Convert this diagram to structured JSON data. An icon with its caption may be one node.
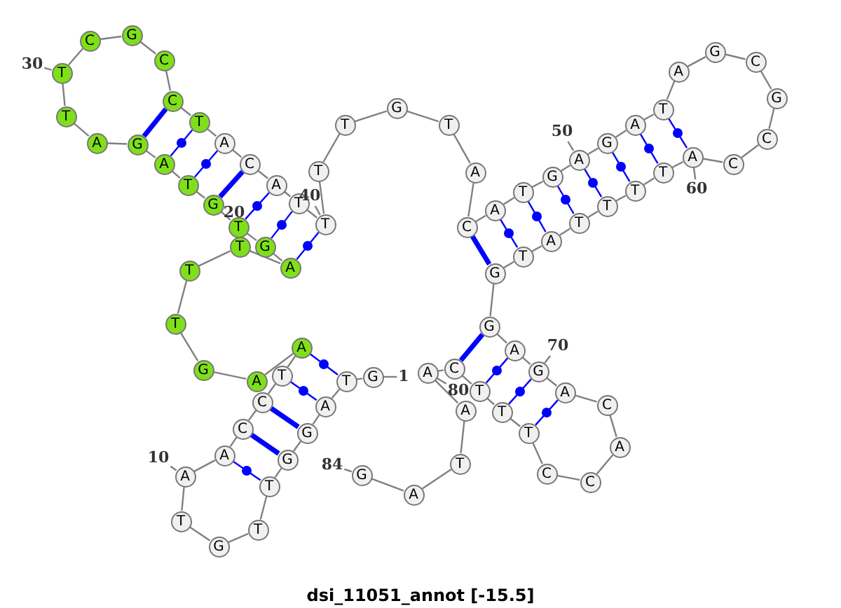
{
  "diagram": {
    "caption": "dsi_11051_annot [-15.5]",
    "nodes": [
      {
        "text": [
          "G"
        ]
      },
      {
        "text": [
          "T"
        ]
      },
      {
        "text": [
          "A"
        ]
      },
      {
        "text": [
          "G"
        ]
      },
      {
        "text": [
          "G"
        ]
      },
      {
        "text": [
          "T"
        ]
      },
      {
        "text": [
          "T"
        ]
      },
      {
        "text": [
          "G"
        ]
      },
      {
        "text": [
          "T"
        ]
      },
      {
        "text": [
          "A"
        ]
      },
      {
        "text": [
          "A"
        ]
      },
      {
        "text": [
          "C"
        ]
      },
      {
        "text": [
          "C"
        ]
      },
      {
        "text": [
          "T"
        ]
      },
      {
        "text": [
          "A"
        ]
      },
      {
        "text": [
          "A"
        ]
      },
      {
        "text": [
          "G"
        ]
      },
      {
        "text": [
          "T"
        ]
      },
      {
        "text": [
          "T"
        ]
      },
      {
        "text": [
          "T"
        ]
      },
      {
        "text": [
          "A"
        ]
      },
      {
        "text": [
          "G"
        ]
      },
      {
        "text": [
          "T"
        ]
      },
      {
        "text": [
          "G"
        ]
      },
      {
        "text": [
          "T"
        ]
      },
      {
        "text": [
          "A"
        ]
      },
      {
        "text": [
          "G"
        ]
      },
      {
        "text": [
          "A"
        ]
      },
      {
        "text": [
          "T"
        ]
      },
      {
        "text": [
          "T"
        ]
      },
      {
        "text": [
          "C"
        ]
      },
      {
        "text": [
          "G"
        ]
      },
      {
        "text": [
          "C"
        ]
      },
      {
        "text": [
          "C"
        ]
      },
      {
        "text": [
          "T"
        ]
      },
      {
        "text": [
          "A"
        ]
      },
      {
        "text": [
          "C"
        ]
      },
      {
        "text": [
          "A"
        ]
      },
      {
        "text": [
          "T"
        ]
      },
      {
        "text": [
          "T"
        ]
      },
      {
        "text": [
          "T"
        ]
      },
      {
        "text": [
          "T"
        ]
      },
      {
        "text": [
          "G"
        ]
      },
      {
        "text": [
          "T"
        ]
      },
      {
        "text": [
          "A"
        ]
      },
      {
        "text": [
          "C"
        ]
      },
      {
        "text": [
          "A"
        ]
      },
      {
        "text": [
          "T"
        ]
      },
      {
        "text": [
          "G"
        ]
      },
      {
        "text": [
          "A"
        ]
      },
      {
        "text": [
          "G"
        ]
      },
      {
        "text": [
          "A"
        ]
      },
      {
        "text": [
          "T"
        ]
      },
      {
        "text": [
          "A"
        ]
      },
      {
        "text": [
          "G"
        ]
      },
      {
        "text": [
          "C"
        ]
      },
      {
        "text": [
          "G"
        ]
      },
      {
        "text": [
          "C"
        ]
      },
      {
        "text": [
          "C"
        ]
      },
      {
        "text": [
          "A"
        ]
      },
      {
        "text": [
          "T"
        ]
      },
      {
        "text": [
          "T"
        ]
      },
      {
        "text": [
          "T"
        ]
      },
      {
        "text": [
          "T"
        ]
      },
      {
        "text": [
          "A"
        ]
      },
      {
        "text": [
          "T"
        ]
      },
      {
        "text": [
          "G"
        ]
      },
      {
        "text": [
          "G"
        ]
      },
      {
        "text": [
          "A"
        ]
      },
      {
        "text": [
          "G"
        ]
      },
      {
        "text": [
          "A"
        ]
      },
      {
        "text": [
          "C"
        ]
      },
      {
        "text": [
          "A"
        ]
      },
      {
        "text": [
          "C"
        ]
      },
      {
        "text": [
          "C"
        ]
      },
      {
        "text": [
          "T"
        ]
      },
      {
        "text": [
          "T"
        ]
      },
      {
        "text": [
          "T"
        ]
      },
      {
        "text": [
          "C"
        ]
      },
      {
        "text": [
          "A"
        ]
      },
      {
        "text": [
          "A"
        ]
      },
      {
        "text": [
          "T"
        ]
      },
      {
        "text": [
          "A"
        ]
      },
      {
        "text": [
          "G"
        ]
      },
      {
        "text": [
          "1"
        ]
      },
      {
        "text": [
          "10"
        ]
      },
      {
        "text": [
          "30"
        ]
      },
      {
        "text": [
          "40"
        ]
      },
      {
        "text": [
          "50"
        ]
      },
      {
        "text": [
          "60"
        ]
      },
      {
        "text": [
          "70"
        ]
      },
      {
        "text": [
          "80"
        ]
      },
      {
        "text": [
          "84"
        ]
      }
    ],
    "edges": [
      {
        "from": 0,
        "to": 1,
        "arrow": "none"
      },
      {
        "from": 1,
        "to": 2,
        "arrow": "none"
      },
      {
        "from": 2,
        "to": 3,
        "arrow": "none"
      },
      {
        "from": 3,
        "to": 4,
        "arrow": "none"
      },
      {
        "from": 4,
        "to": 5,
        "arrow": "none"
      },
      {
        "from": 5,
        "to": 6,
        "arrow": "none"
      },
      {
        "from": 6,
        "to": 7,
        "arrow": "none"
      },
      {
        "from": 7,
        "to": 8,
        "arrow": "none"
      },
      {
        "from": 8,
        "to": 9,
        "arrow": "none"
      },
      {
        "from": 9,
        "to": 10,
        "arrow": "none"
      },
      {
        "from": 10,
        "to": 11,
        "arrow": "none"
      },
      {
        "from": 11,
        "to": 12,
        "arrow": "none"
      },
      {
        "from": 12,
        "to": 13,
        "arrow": "none"
      },
      {
        "from": 13,
        "to": 14,
        "arrow": "none"
      },
      {
        "from": 14,
        "to": 15,
        "arrow": "none"
      },
      {
        "from": 15,
        "to": 16,
        "arrow": "none"
      },
      {
        "from": 16,
        "to": 17,
        "arrow": "none"
      },
      {
        "from": 17,
        "to": 18,
        "arrow": "none"
      },
      {
        "from": 18,
        "to": 19,
        "arrow": "none"
      },
      {
        "from": 19,
        "to": 20,
        "arrow": "none"
      },
      {
        "from": 20,
        "to": 21,
        "arrow": "none"
      },
      {
        "from": 21,
        "to": 22,
        "arrow": "none"
      },
      {
        "from": 22,
        "to": 23,
        "arrow": "none"
      },
      {
        "from": 23,
        "to": 24,
        "arrow": "none"
      },
      {
        "from": 24,
        "to": 25,
        "arrow": "none"
      },
      {
        "from": 25,
        "to": 26,
        "arrow": "none"
      },
      {
        "from": 26,
        "to": 27,
        "arrow": "none"
      },
      {
        "from": 27,
        "to": 28,
        "arrow": "none"
      },
      {
        "from": 28,
        "to": 29,
        "arrow": "none"
      },
      {
        "from": 29,
        "to": 30,
        "arrow": "none"
      },
      {
        "from": 30,
        "to": 31,
        "arrow": "none"
      },
      {
        "from": 31,
        "to": 32,
        "arrow": "none"
      },
      {
        "from": 32,
        "to": 33,
        "arrow": "none"
      },
      {
        "from": 33,
        "to": 34,
        "arrow": "none"
      },
      {
        "from": 34,
        "to": 35,
        "arrow": "none"
      },
      {
        "from": 35,
        "to": 36,
        "arrow": "none"
      },
      {
        "from": 36,
        "to": 37,
        "arrow": "none"
      },
      {
        "from": 37,
        "to": 38,
        "arrow": "none"
      },
      {
        "from": 38,
        "to": 39,
        "arrow": "none"
      },
      {
        "from": 39,
        "to": 40,
        "arrow": "none"
      },
      {
        "from": 40,
        "to": 41,
        "arrow": "none"
      },
      {
        "from": 41,
        "to": 42,
        "arrow": "none"
      },
      {
        "from": 42,
        "to": 43,
        "arrow": "none"
      },
      {
        "from": 43,
        "to": 44,
        "arrow": "none"
      },
      {
        "from": 44,
        "to": 45,
        "arrow": "none"
      },
      {
        "from": 45,
        "to": 46,
        "arrow": "none"
      },
      {
        "from": 46,
        "to": 47,
        "arrow": "none"
      },
      {
        "from": 47,
        "to": 48,
        "arrow": "none"
      },
      {
        "from": 48,
        "to": 49,
        "arrow": "none"
      },
      {
        "from": 49,
        "to": 50,
        "arrow": "none"
      },
      {
        "from": 50,
        "to": 51,
        "arrow": "none"
      },
      {
        "from": 51,
        "to": 52,
        "arrow": "none"
      },
      {
        "from": 52,
        "to": 53,
        "arrow": "none"
      },
      {
        "from": 53,
        "to": 54,
        "arrow": "none"
      },
      {
        "from": 54,
        "to": 55,
        "arrow": "none"
      },
      {
        "from": 55,
        "to": 56,
        "arrow": "none"
      },
      {
        "from": 56,
        "to": 57,
        "arrow": "none"
      },
      {
        "from": 57,
        "to": 58,
        "arrow": "none"
      },
      {
        "from": 58,
        "to": 59,
        "arrow": "none"
      },
      {
        "from": 59,
        "to": 60,
        "arrow": "none"
      },
      {
        "from": 60,
        "to": 61,
        "arrow": "none"
      },
      {
        "from": 61,
        "to": 62,
        "arrow": "none"
      },
      {
        "from": 62,
        "to": 63,
        "arrow": "none"
      },
      {
        "from": 63,
        "to": 64,
        "arrow": "none"
      },
      {
        "from": 64,
        "to": 65,
        "arrow": "none"
      },
      {
        "from": 65,
        "to": 66,
        "arrow": "none"
      },
      {
        "from": 66,
        "to": 67,
        "arrow": "none"
      },
      {
        "from": 67,
        "to": 68,
        "arrow": "none"
      },
      {
        "from": 68,
        "to": 69,
        "arrow": "none"
      },
      {
        "from": 69,
        "to": 70,
        "arrow": "none"
      },
      {
        "from": 70,
        "to": 71,
        "arrow": "none"
      },
      {
        "from": 71,
        "to": 72,
        "arrow": "none"
      },
      {
        "from": 72,
        "to": 73,
        "arrow": "none"
      },
      {
        "from": 73,
        "to": 74,
        "arrow": "none"
      },
      {
        "from": 74,
        "to": 75,
        "arrow": "none"
      },
      {
        "from": 75,
        "to": 76,
        "arrow": "none"
      },
      {
        "from": 76,
        "to": 77,
        "arrow": "none"
      },
      {
        "from": 77,
        "to": 78,
        "arrow": "none"
      },
      {
        "from": 78,
        "to": 79,
        "arrow": "none"
      },
      {
        "from": 79,
        "to": 80,
        "arrow": "none"
      },
      {
        "from": 80,
        "to": 81,
        "arrow": "none"
      },
      {
        "from": 81,
        "to": 82,
        "arrow": "none"
      },
      {
        "from": 82,
        "to": 83,
        "arrow": "none"
      },
      {
        "from": 1,
        "to": 14,
        "arrow": "none",
        "color": "#0000ff"
      },
      {
        "from": 2,
        "to": 13,
        "arrow": "none",
        "color": "#0000ff"
      },
      {
        "from": 3,
        "to": 12,
        "arrow": "none",
        "color": "#0000ff",
        "style": "thick"
      },
      {
        "from": 4,
        "to": 11,
        "arrow": "none",
        "color": "#0000ff",
        "style": "thick"
      },
      {
        "from": 5,
        "to": 10,
        "arrow": "none",
        "color": "#0000ff"
      },
      {
        "from": 20,
        "to": 39,
        "arrow": "none",
        "color": "#0000ff"
      },
      {
        "from": 21,
        "to": 38,
        "arrow": "none",
        "color": "#0000ff"
      },
      {
        "from": 22,
        "to": 37,
        "arrow": "none",
        "color": "#0000ff"
      },
      {
        "from": 23,
        "to": 36,
        "arrow": "none",
        "color": "#0000ff",
        "style": "thick"
      },
      {
        "from": 24,
        "to": 35,
        "arrow": "none",
        "color": "#0000ff"
      },
      {
        "from": 25,
        "to": 34,
        "arrow": "none",
        "color": "#0000ff"
      },
      {
        "from": 26,
        "to": 33,
        "arrow": "none",
        "color": "#0000ff",
        "style": "thick"
      },
      {
        "from": 45,
        "to": 66,
        "arrow": "none",
        "color": "#0000ff",
        "style": "thick"
      },
      {
        "from": 46,
        "to": 65,
        "arrow": "none",
        "color": "#0000ff"
      },
      {
        "from": 47,
        "to": 64,
        "arrow": "none",
        "color": "#0000ff"
      },
      {
        "from": 48,
        "to": 63,
        "arrow": "none",
        "color": "#0000ff"
      },
      {
        "from": 49,
        "to": 62,
        "arrow": "none",
        "color": "#0000ff"
      },
      {
        "from": 50,
        "to": 61,
        "arrow": "none",
        "color": "#0000ff"
      },
      {
        "from": 51,
        "to": 60,
        "arrow": "none",
        "color": "#0000ff"
      },
      {
        "from": 52,
        "to": 59,
        "arrow": "none",
        "color": "#0000ff"
      },
      {
        "from": 67,
        "to": 78,
        "arrow": "none",
        "color": "#0000ff",
        "style": "thick"
      },
      {
        "from": 68,
        "to": 77,
        "arrow": "none",
        "color": "#0000ff"
      },
      {
        "from": 69,
        "to": 76,
        "arrow": "none",
        "color": "#0000ff"
      },
      {
        "from": 70,
        "to": 75,
        "arrow": "none",
        "color": "#0000ff"
      },
      {
        "from": 84,
        "to": 0,
        "arrow": "none"
      },
      {
        "from": 85,
        "to": 9,
        "arrow": "none"
      },
      {
        "from": 86,
        "to": 29,
        "arrow": "none"
      },
      {
        "from": 87,
        "to": 39,
        "arrow": "none"
      },
      {
        "from": 88,
        "to": 49,
        "arrow": "none"
      },
      {
        "from": 89,
        "to": 59,
        "arrow": "none"
      },
      {
        "from": 90,
        "to": 69,
        "arrow": "none"
      },
      {
        "from": 91,
        "to": 79,
        "arrow": "none"
      },
      {
        "from": 92,
        "to": 83,
        "arrow": "none"
      }
    ],
    "labels": [
      "20"
    ]
  }
}
